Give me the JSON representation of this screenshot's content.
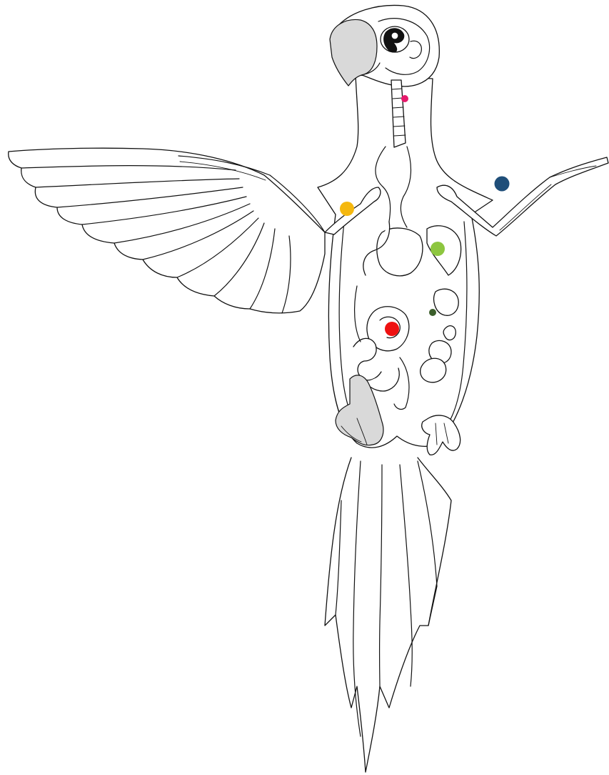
{
  "figure": {
    "subject": "parrot-anatomy",
    "line_color": "#111111",
    "background": "#ffffff"
  },
  "markers": [
    {
      "id": "neck-marker",
      "color": "#e6196b"
    },
    {
      "id": "wing-joint-marker",
      "color": "#f5b80f"
    },
    {
      "id": "right-wing-marker",
      "color": "#1f4e79"
    },
    {
      "id": "upper-organ-marker",
      "color": "#8dc63f"
    },
    {
      "id": "small-organ-marker",
      "color": "#3b5e2b"
    },
    {
      "id": "gizzard-marker",
      "color": "#ee1111"
    }
  ]
}
